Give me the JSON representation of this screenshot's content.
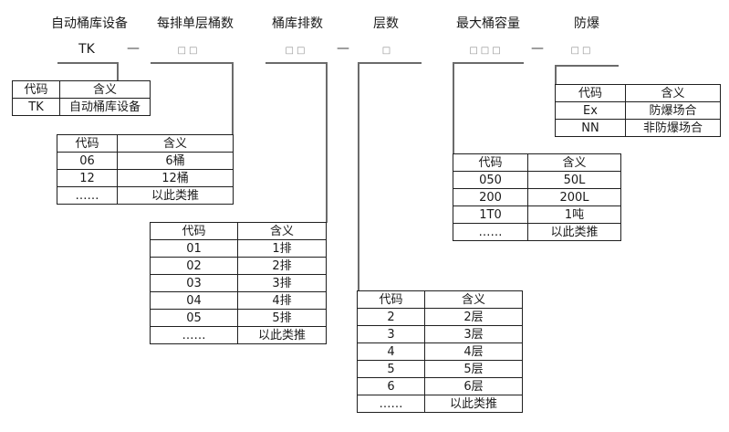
{
  "fields": [
    {
      "label": "自动桶库设备",
      "code": "TK"
    },
    {
      "label": "每排单层桶数",
      "code": "□□"
    },
    {
      "label": "桶库排数",
      "code": "□□"
    },
    {
      "label": "层数",
      "code": "□"
    },
    {
      "label": "最大桶容量",
      "code": "□□□"
    },
    {
      "label": "防爆",
      "code": "□□"
    }
  ],
  "separators": [
    "—",
    "—",
    "—"
  ],
  "tables": {
    "device": {
      "headers": [
        "代码",
        "含义"
      ],
      "rows": [
        [
          "TK",
          "自动桶库设备"
        ]
      ]
    },
    "drums_per_row": {
      "headers": [
        "代码",
        "含义"
      ],
      "rows": [
        [
          "06",
          "6桶"
        ],
        [
          "12",
          "12桶"
        ],
        [
          "……",
          "以此类推"
        ]
      ]
    },
    "row_count": {
      "headers": [
        "代码",
        "含义"
      ],
      "rows": [
        [
          "01",
          "1排"
        ],
        [
          "02",
          "2排"
        ],
        [
          "03",
          "3排"
        ],
        [
          "04",
          "4排"
        ],
        [
          "05",
          "5排"
        ],
        [
          "……",
          "以此类推"
        ]
      ]
    },
    "layer_count": {
      "headers": [
        "代码",
        "含义"
      ],
      "rows": [
        [
          "2",
          "2层"
        ],
        [
          "3",
          "3层"
        ],
        [
          "4",
          "4层"
        ],
        [
          "5",
          "5层"
        ],
        [
          "6",
          "6层"
        ],
        [
          "……",
          "以此类推"
        ]
      ]
    },
    "capacity": {
      "headers": [
        "代码",
        "含义"
      ],
      "rows": [
        [
          "050",
          "50L"
        ],
        [
          "200",
          "200L"
        ],
        [
          "1T0",
          "1吨"
        ],
        [
          "……",
          "以此类推"
        ]
      ]
    },
    "explosion_proof": {
      "headers": [
        "代码",
        "含义"
      ],
      "rows": [
        [
          "Ex",
          "防爆场合"
        ],
        [
          "NN",
          "非防爆场合"
        ]
      ]
    }
  },
  "colors": {
    "background": "#ffffff",
    "text": "#1a1a1a",
    "table_border": "#1f1f1f",
    "connector_line": "#6b6b6b",
    "code_box_glyph": "#8c8c8c"
  }
}
